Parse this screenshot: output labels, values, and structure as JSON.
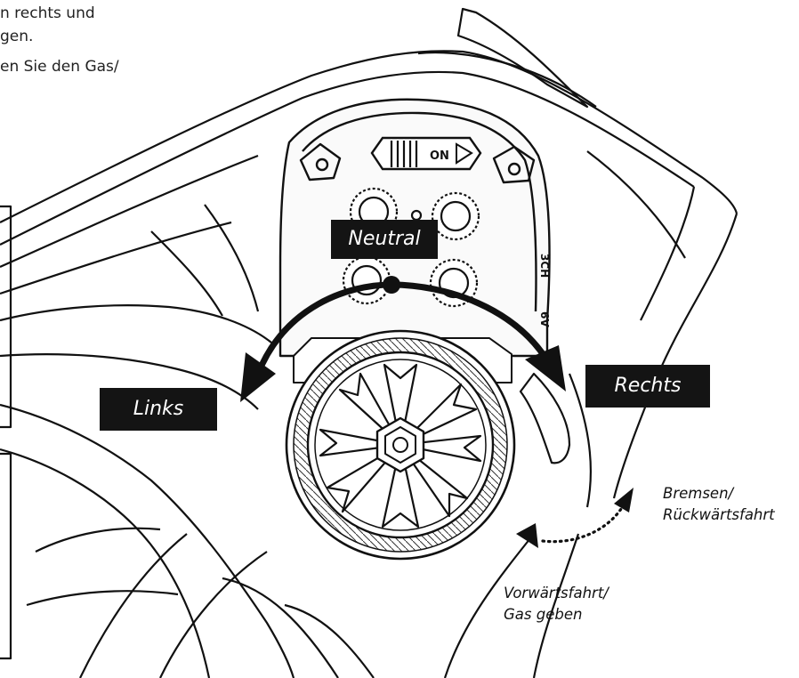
{
  "intro_text": {
    "line1": "n rechts und",
    "line2": "gen.",
    "line3": "en Sie den Gas/"
  },
  "labels": {
    "neutral": "Neutral",
    "links": "Links",
    "rechts": "Rechts",
    "brake_line1": "Bremsen/",
    "brake_line2": "Rückwärtsfahrt",
    "fwd_line1": "Vorwärtsfahrt/",
    "fwd_line2": "Gas geben"
  },
  "device_marks": {
    "switch_text": "ON",
    "channel_mark": "3CH",
    "voltage_mark": "6V"
  },
  "colors": {
    "ink": "#111111",
    "label_bg": "#141414",
    "label_text": "#ffffff",
    "background": "#ffffff"
  }
}
